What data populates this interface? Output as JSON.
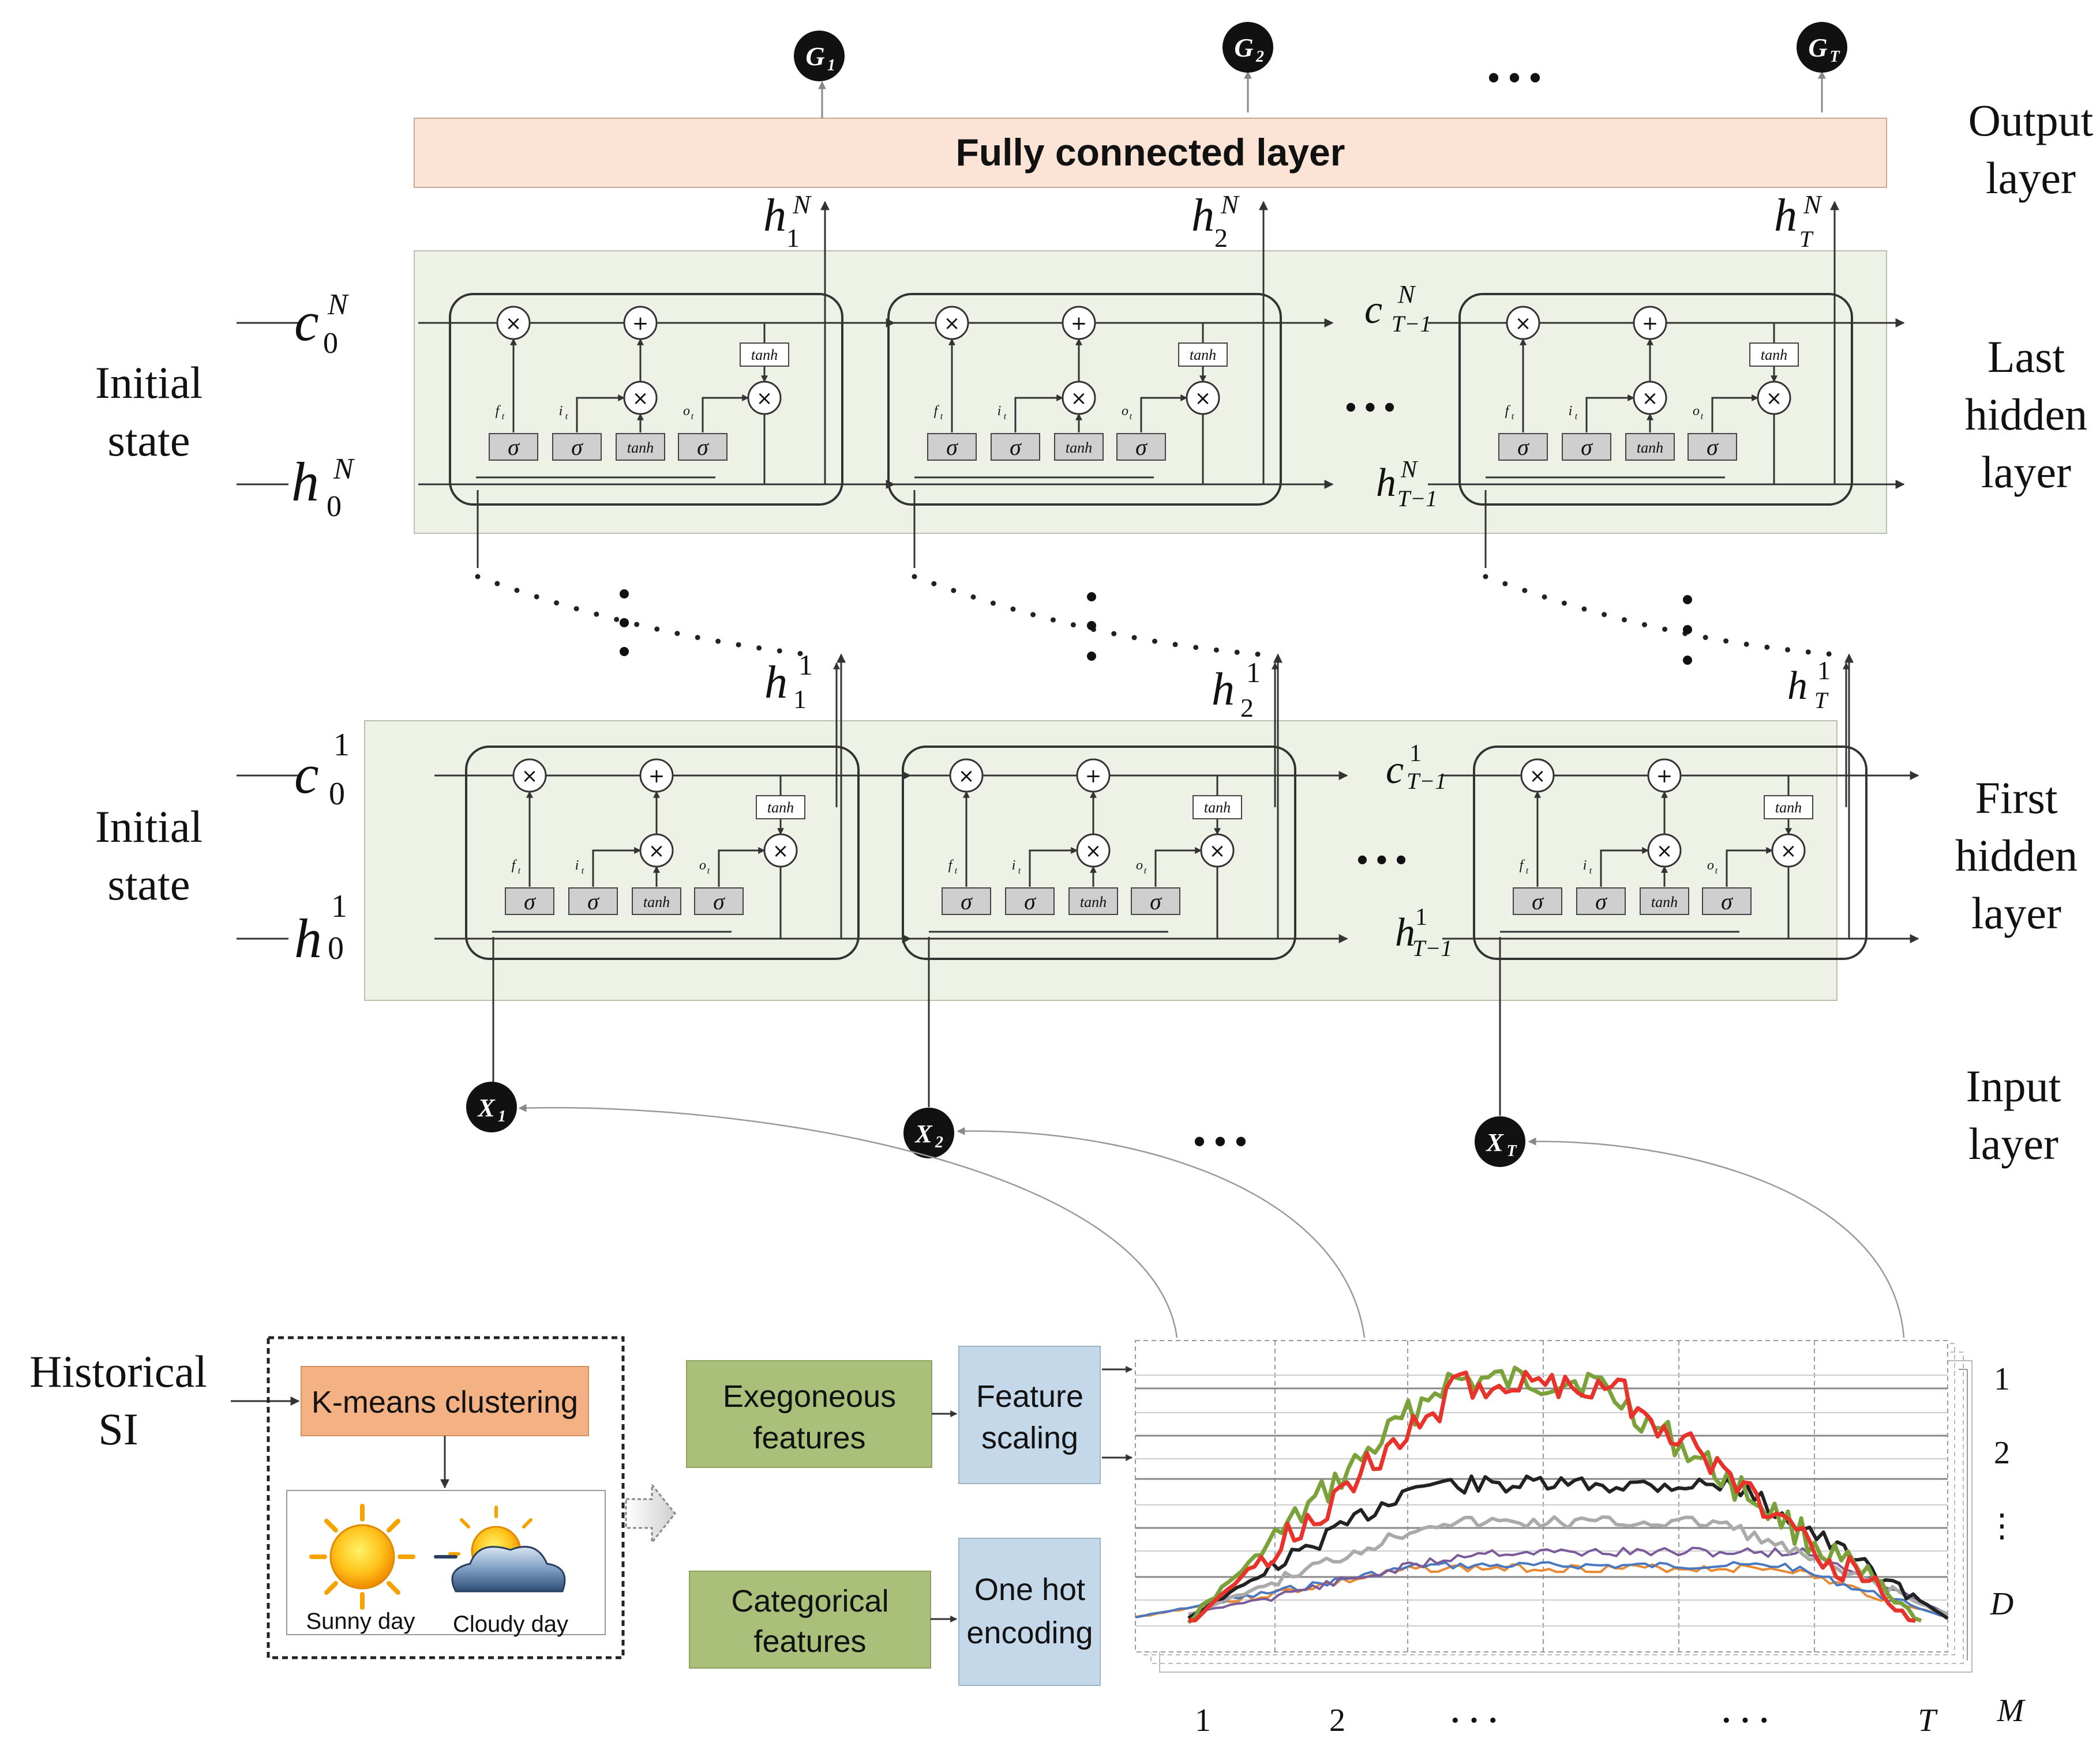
{
  "fc_layer": {
    "label": "Fully connected layer"
  },
  "outputs": [
    {
      "base": "G",
      "sub": "1"
    },
    {
      "base": "G",
      "sub": "2"
    },
    {
      "base": "G",
      "sub": "T"
    }
  ],
  "inputs": [
    {
      "base": "X",
      "sub": "1"
    },
    {
      "base": "X",
      "sub": "2"
    },
    {
      "base": "X",
      "sub": "T"
    }
  ],
  "ellipsis": "• • •",
  "right_labels": {
    "output": [
      "Output",
      "layer"
    ],
    "last": [
      "Last",
      "hidden",
      "layer"
    ],
    "first": [
      "First",
      "hidden",
      "layer"
    ],
    "input": [
      "Input",
      "layer"
    ]
  },
  "left_labels": {
    "initial_top": [
      "Initial",
      "state"
    ],
    "initial_bottom": [
      "Initial",
      "state"
    ],
    "historical": [
      "Historical",
      "SI"
    ]
  },
  "states": {
    "c": "c",
    "h": "h",
    "N": "N",
    "one": "1",
    "zero": "0",
    "T1": "T−1",
    "T": "T",
    "s1": "1",
    "s2": "2"
  },
  "cell": {
    "sigma": "σ",
    "tanh": "tanh",
    "mult": "×",
    "plus": "+",
    "f": "f",
    "i": "i",
    "o": "o",
    "t": "t"
  },
  "pipeline": {
    "kmeans": "K-means clustering",
    "sunny": "Sunny day",
    "cloudy": "Cloudy day",
    "exo": [
      "Exegoneous",
      "features"
    ],
    "scaling": [
      "Feature",
      "scaling"
    ],
    "cat": [
      "Categorical",
      "features"
    ],
    "onehot": [
      "One hot",
      "encoding"
    ]
  },
  "chart_axes": {
    "right_ticks": [
      "1",
      "2",
      "⋮",
      "D"
    ],
    "bottom_ticks": [
      "1",
      "2",
      "· · ·",
      "· · ·",
      "T"
    ],
    "corner": "M"
  },
  "colors": {
    "panel": "#eef2e6",
    "fc": "#fbe4d6",
    "kmeans": "#f4b183",
    "green_box": "#a9bf7a",
    "blue_box": "#c5d8ea",
    "gate": "#cfcfcf",
    "red": "#e8322c",
    "green": "#7aa13a",
    "black": "#222222",
    "gray": "#aaaaaa",
    "purple": "#7a5a9a",
    "blue": "#4a78c0",
    "orange": "#e8892f"
  }
}
